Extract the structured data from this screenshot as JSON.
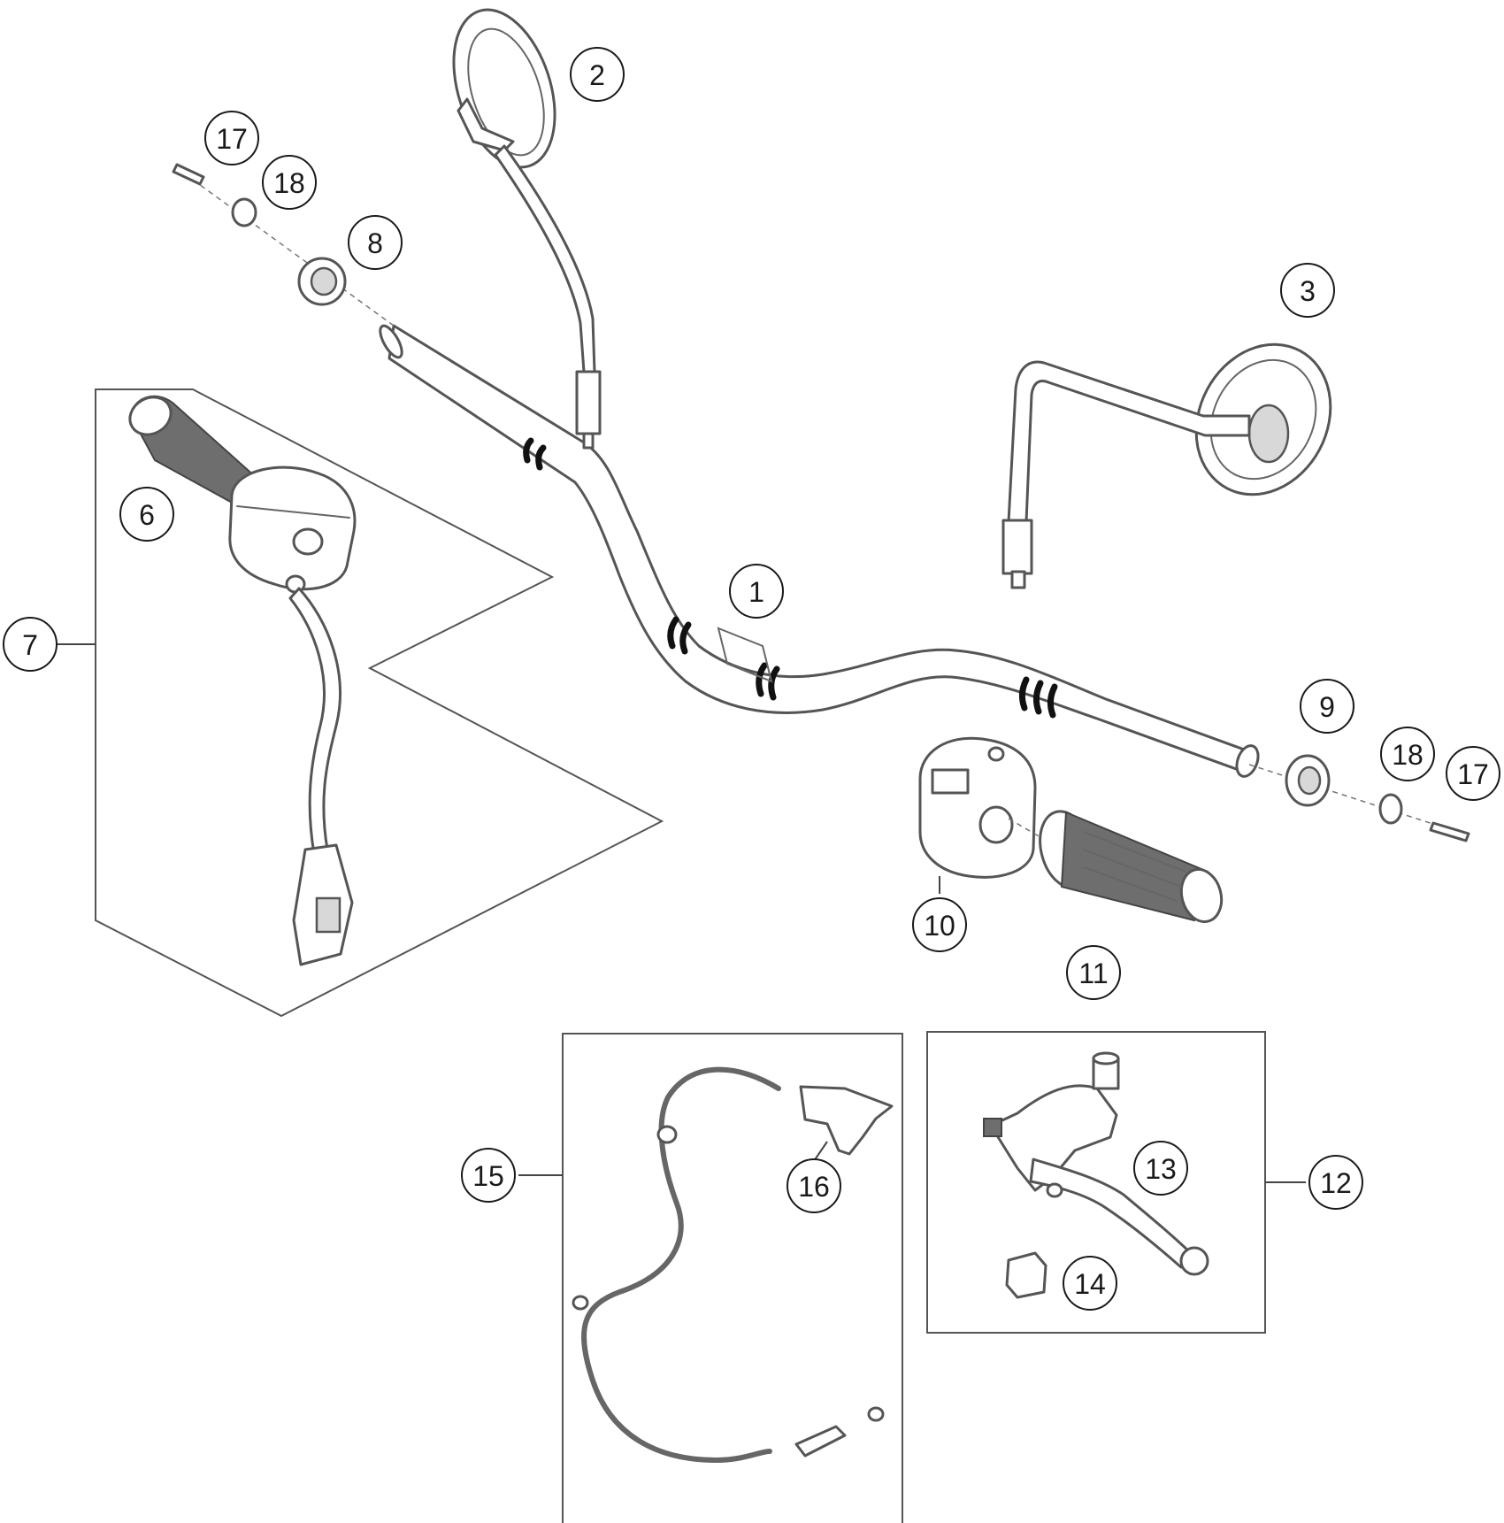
{
  "callouts": [
    {
      "id": "1",
      "label": "1"
    },
    {
      "id": "2",
      "label": "2"
    },
    {
      "id": "3",
      "label": "3"
    },
    {
      "id": "6",
      "label": "6"
    },
    {
      "id": "7",
      "label": "7"
    },
    {
      "id": "8",
      "label": "8"
    },
    {
      "id": "9",
      "label": "9"
    },
    {
      "id": "10",
      "label": "10"
    },
    {
      "id": "11",
      "label": "11"
    },
    {
      "id": "12",
      "label": "12"
    },
    {
      "id": "13",
      "label": "13"
    },
    {
      "id": "14",
      "label": "14"
    },
    {
      "id": "15",
      "label": "15"
    },
    {
      "id": "16",
      "label": "16"
    },
    {
      "id": "17a",
      "label": "17"
    },
    {
      "id": "18a",
      "label": "18"
    },
    {
      "id": "17b",
      "label": "17"
    },
    {
      "id": "18b",
      "label": "18"
    }
  ],
  "colors": {
    "line": "#555555",
    "text": "#1a1a1a",
    "stripe": "#111111"
  }
}
